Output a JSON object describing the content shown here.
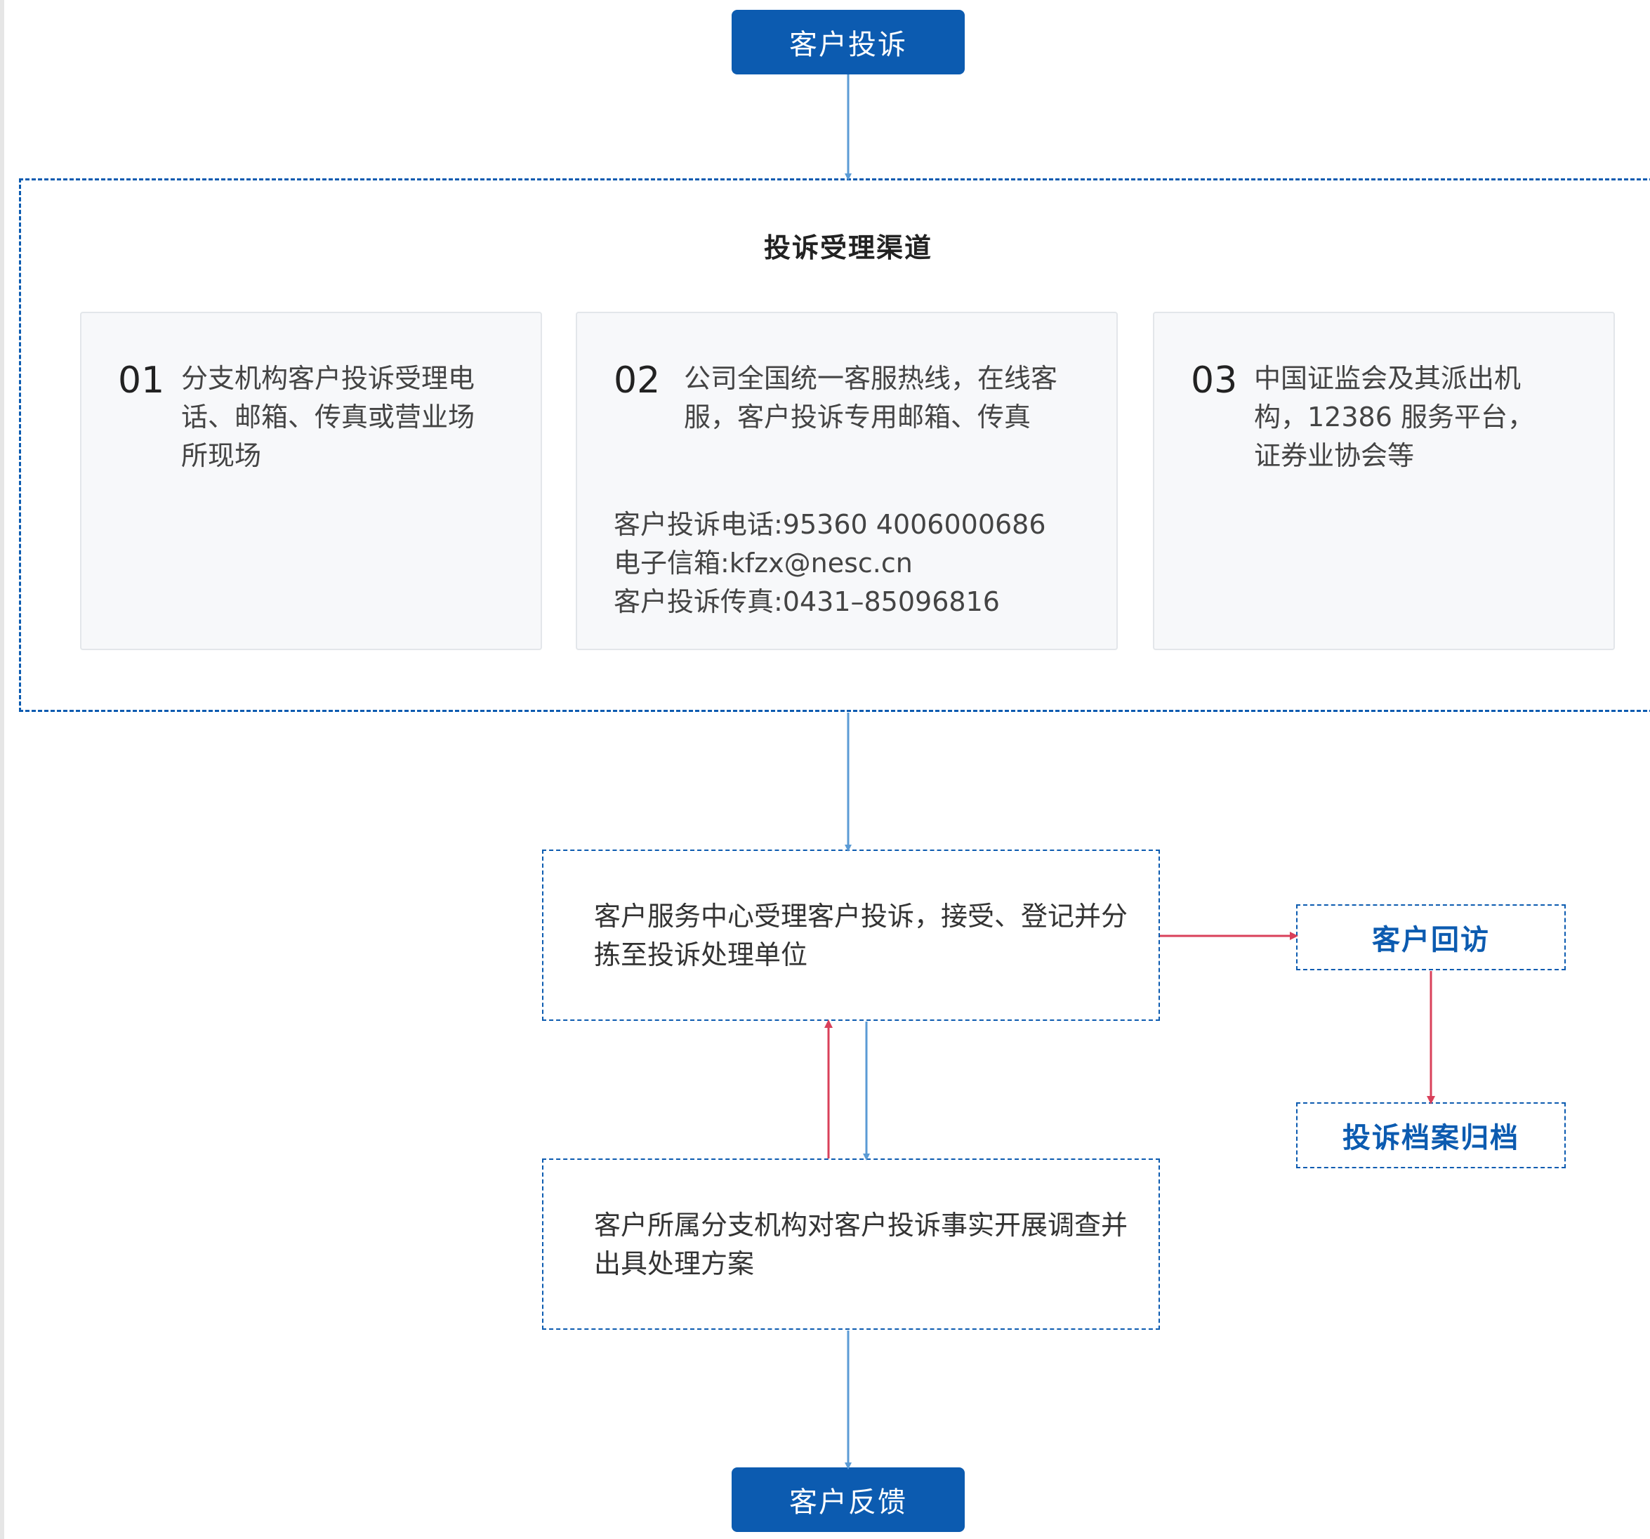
{
  "start": {
    "label": "客户投诉"
  },
  "end": {
    "label": "客户反馈"
  },
  "channels": {
    "title": "投诉受理渠道",
    "cards": [
      {
        "num": "01",
        "text": "分支机构客户投诉受理电话、邮箱、传真或营业场所现场"
      },
      {
        "num": "02",
        "text": "公司全国统一客服热线，在线客服，客户投诉专用邮箱、传真",
        "contacts": [
          "客户投诉电话:95360 4006000686",
          "电子信箱:kfzx@nesc.cn",
          "客户投诉传真:0431–85096816"
        ]
      },
      {
        "num": "03",
        "text": "中国证监会及其派出机构，12386 服务平台，证券业协会等"
      }
    ]
  },
  "process": {
    "service_center": "客户服务中心受理客户投诉，接受、登记并分拣至投诉处理单位",
    "branch_investigation": "客户所属分支机构对客户投诉事实开展调查并出具处理方案",
    "revisit": "客户回访",
    "archive": "投诉档案归档"
  },
  "colors": {
    "primary": "#0c5bb0",
    "connector_blue": "#5b9bd5",
    "connector_red": "#d9405a"
  }
}
